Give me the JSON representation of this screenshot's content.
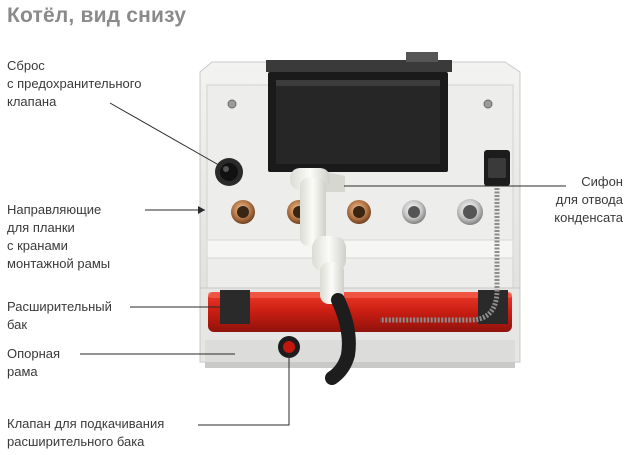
{
  "title": "Котёл, вид снизу",
  "labels": {
    "reset": [
      "Сброс",
      "с предохранительного",
      "клапана"
    ],
    "guides": [
      "Направляющие",
      "для планки",
      "с кранами",
      "монтажной рамы"
    ],
    "tank": [
      "Расширительный",
      "бак"
    ],
    "frame": [
      "Опорная",
      "рама"
    ],
    "valve": [
      "Клапан для подкачивания",
      "расширительного бака"
    ],
    "siphon": [
      "Сифон",
      "для отвода",
      "конденсата"
    ]
  },
  "colors": {
    "title": "#8a8a8a",
    "text": "#3a3a3a",
    "tank_red": "#d8261a",
    "housing": "#ececea",
    "display": "#1a1a1a"
  }
}
